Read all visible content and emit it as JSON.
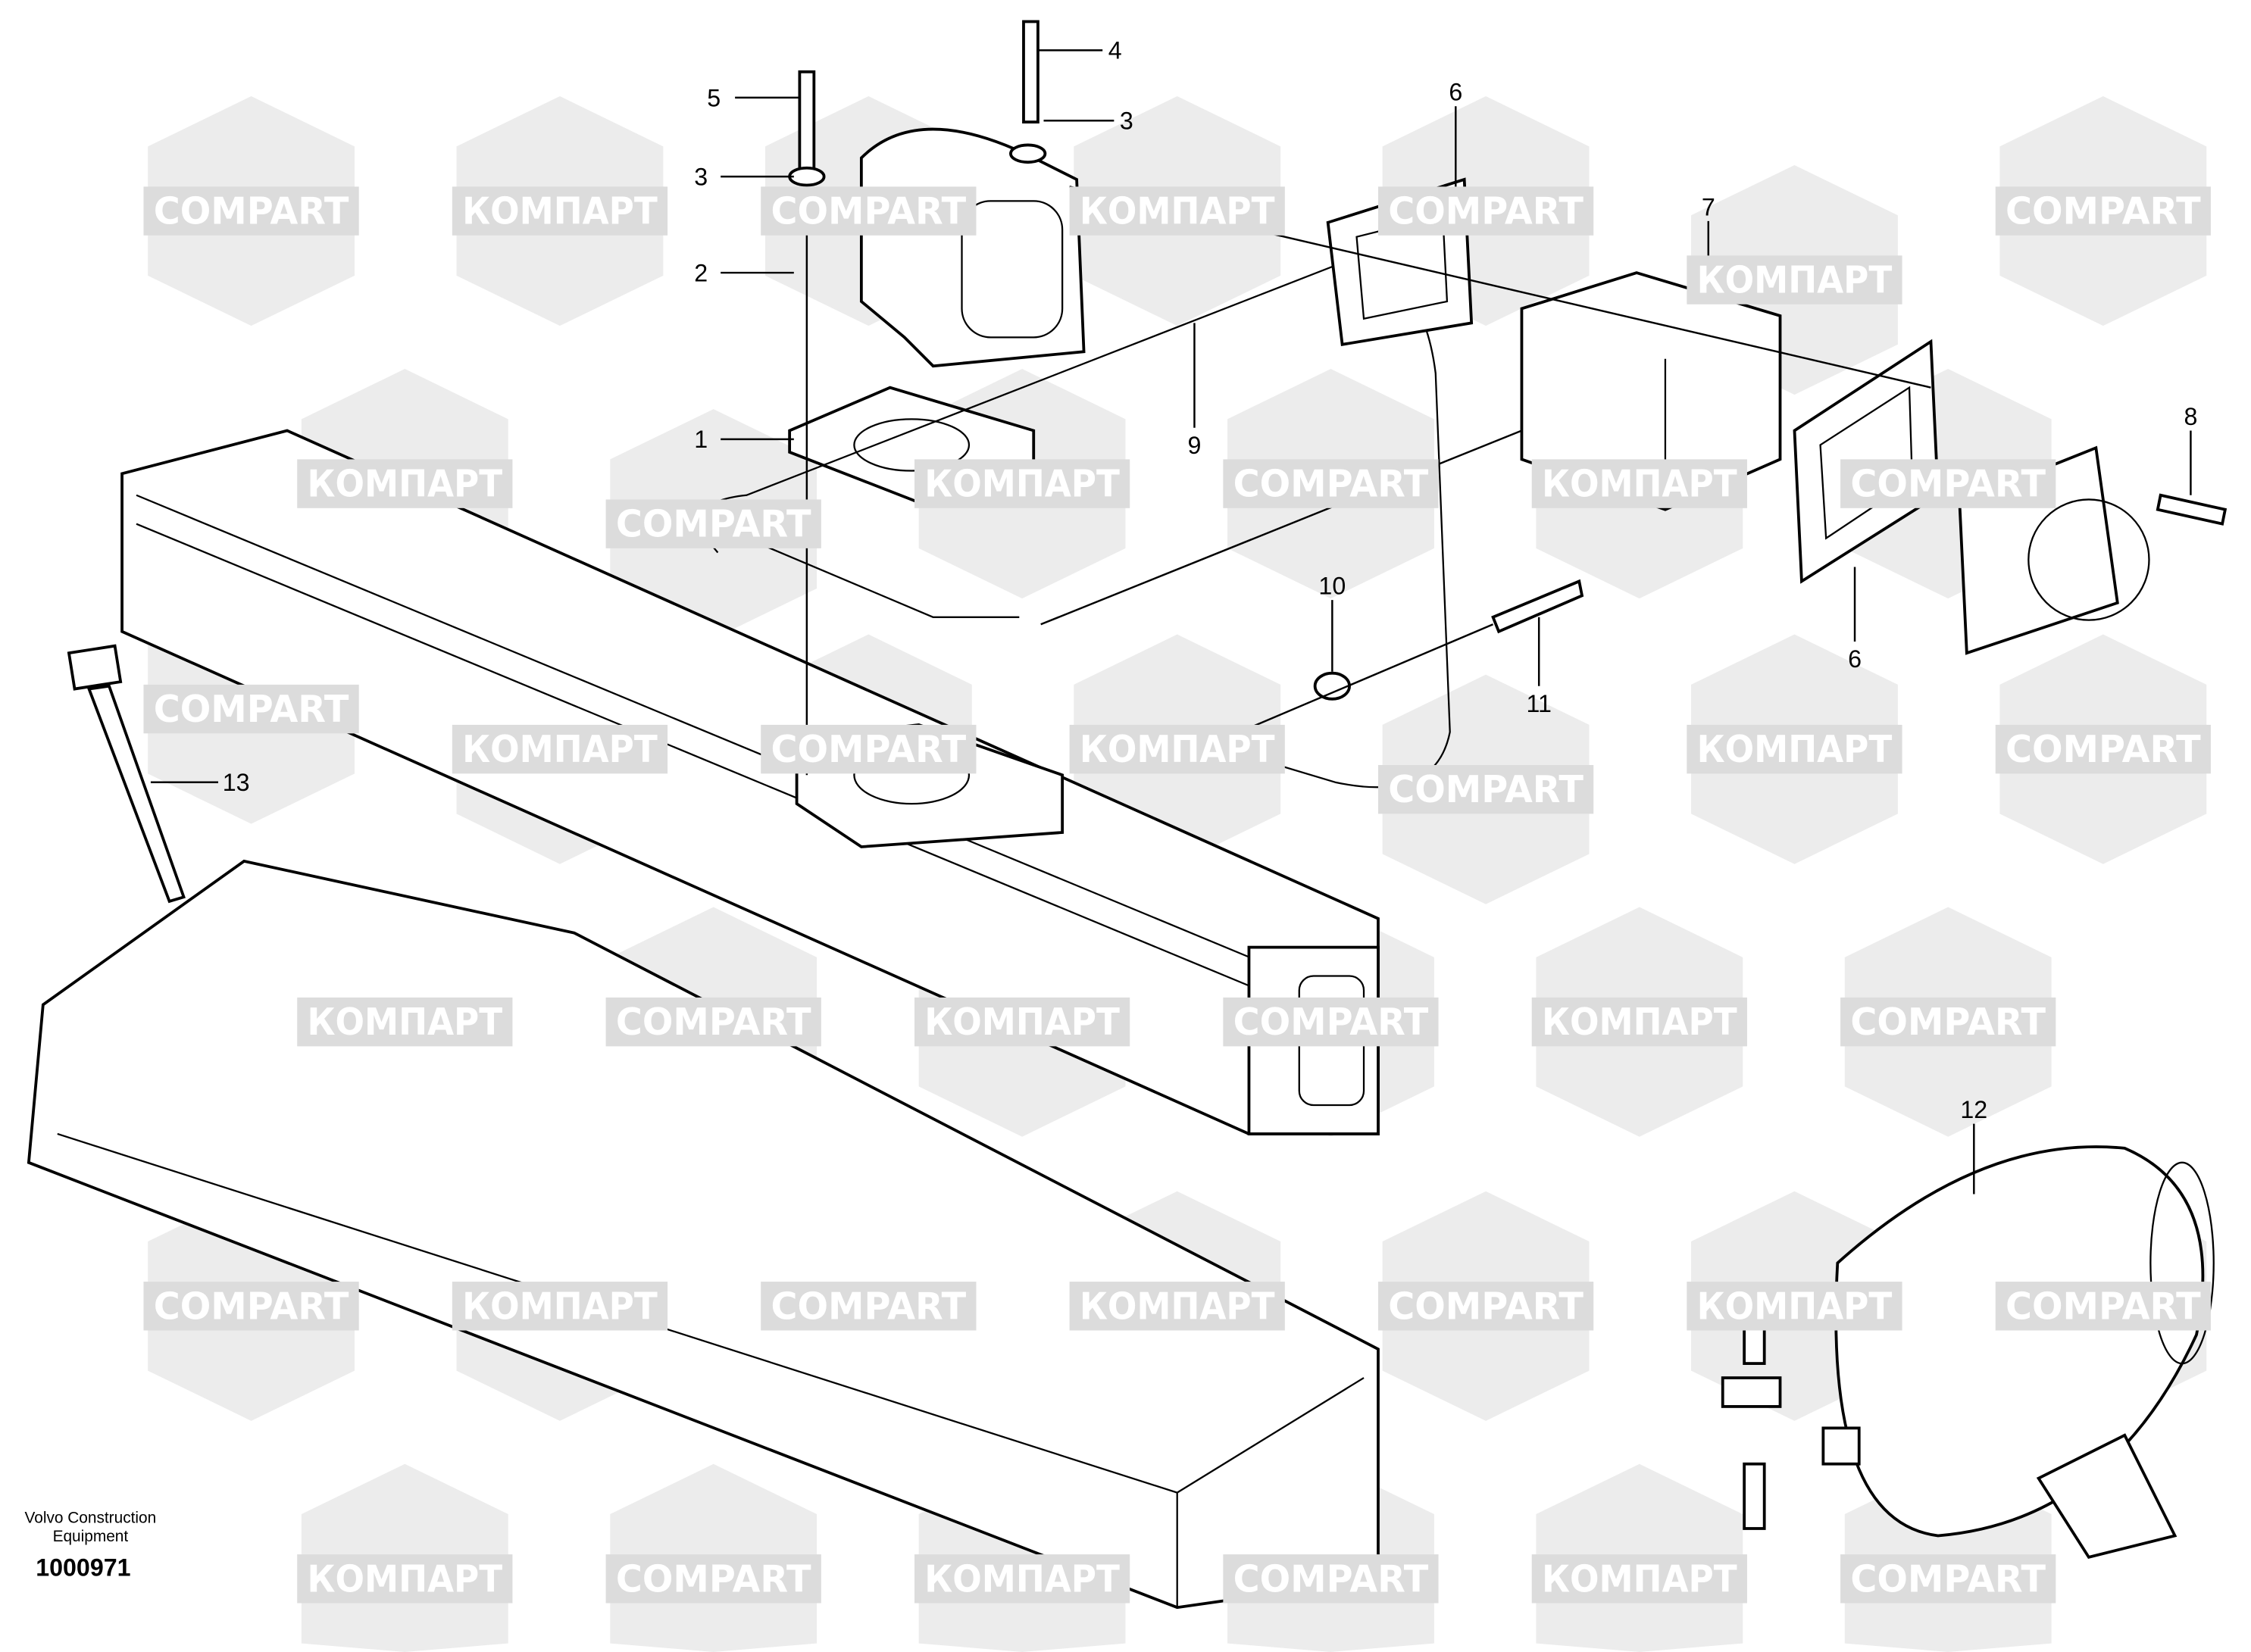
{
  "watermark": {
    "latin": "COMPART",
    "cyrillic": "КОМПАРТ"
  },
  "callouts": [
    {
      "id": "c5",
      "label": "5"
    },
    {
      "id": "c3a",
      "label": "3"
    },
    {
      "id": "c2",
      "label": "2"
    },
    {
      "id": "c1",
      "label": "1"
    },
    {
      "id": "c4",
      "label": "4"
    },
    {
      "id": "c3b",
      "label": "3"
    },
    {
      "id": "c6a",
      "label": "6"
    },
    {
      "id": "c7",
      "label": "7"
    },
    {
      "id": "c9",
      "label": "9"
    },
    {
      "id": "c8",
      "label": "8"
    },
    {
      "id": "c10",
      "label": "10"
    },
    {
      "id": "c11",
      "label": "11"
    },
    {
      "id": "c6b",
      "label": "6"
    },
    {
      "id": "c13",
      "label": "13"
    },
    {
      "id": "c12",
      "label": "12"
    }
  ],
  "footer": {
    "company_line1": "Volvo Construction",
    "company_line2": "Equipment",
    "drawing_number": "1000971"
  }
}
